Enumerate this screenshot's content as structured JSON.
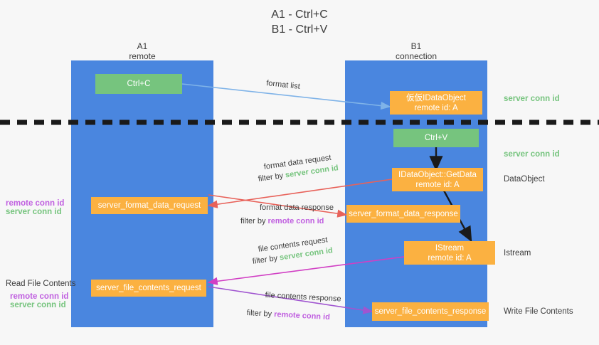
{
  "title": {
    "line1": "A1 - Ctrl+C",
    "line2": "B1 - Ctrl+V"
  },
  "columns": [
    {
      "name": "A1",
      "sub": "remote"
    },
    {
      "name": "B1",
      "sub": "connection"
    }
  ],
  "colors": {
    "lane": "#4a86df",
    "green_box": "#76c47e",
    "orange_box": "#fbb141",
    "server_conn": "#76c47e",
    "remote_conn": "#c060e0",
    "arrow_blue": "#7fb3e8",
    "arrow_red": "#e8625a",
    "arrow_magenta": "#d13fc4",
    "arrow_purple": "#a055d0",
    "arrow_black": "#1a1a1a",
    "background": "#f7f7f7"
  },
  "nodes": {
    "ctrl_c": {
      "label": "Ctrl+C"
    },
    "idataobject_top": {
      "line1": "仮仮IDataObject",
      "line2": "remote id: A"
    },
    "ctrl_v": {
      "label": "Ctrl+V"
    },
    "getdata": {
      "line1": "IDataObject::GetData",
      "line2": "remote id: A"
    },
    "istream": {
      "line1": "IStream",
      "line2": "remote id: A"
    },
    "server_format_data_request": {
      "label": "server_format_data_request"
    },
    "server_format_data_response": {
      "label": "server_format_data_response"
    },
    "server_file_contents_request": {
      "label": "server_file_contents_request"
    },
    "server_file_contents_response": {
      "label": "server_file_contents_response"
    }
  },
  "right_labels": {
    "server_conn_top": "server conn id",
    "server_conn_mid": "server conn id",
    "dataobject": "DataObject",
    "istream": "Istream",
    "write_file_contents": "Write File Contents"
  },
  "left_labels": {
    "remote_conn_1": "remote conn id",
    "server_conn_1": "server conn id",
    "read_file_contents": "Read File Contents",
    "remote_conn_2": "remote conn id",
    "server_conn_2": "server conn id"
  },
  "edges": [
    {
      "id": "format_list",
      "text": "format list"
    },
    {
      "id": "format_data_request",
      "text": "format data request",
      "filter_prefix": "filter by ",
      "filter_value": "server conn id",
      "filter_color": "server"
    },
    {
      "id": "format_data_response",
      "text": "format data response",
      "filter_prefix": "filter by ",
      "filter_value": "remote conn id",
      "filter_color": "remote"
    },
    {
      "id": "file_contents_request",
      "text": "file contents request",
      "filter_prefix": "filter by ",
      "filter_value": "server conn id",
      "filter_color": "server"
    },
    {
      "id": "file_contents_response",
      "text": "file contents response",
      "filter_prefix": "filter by ",
      "filter_value": "remote conn id",
      "filter_color": "remote"
    }
  ]
}
